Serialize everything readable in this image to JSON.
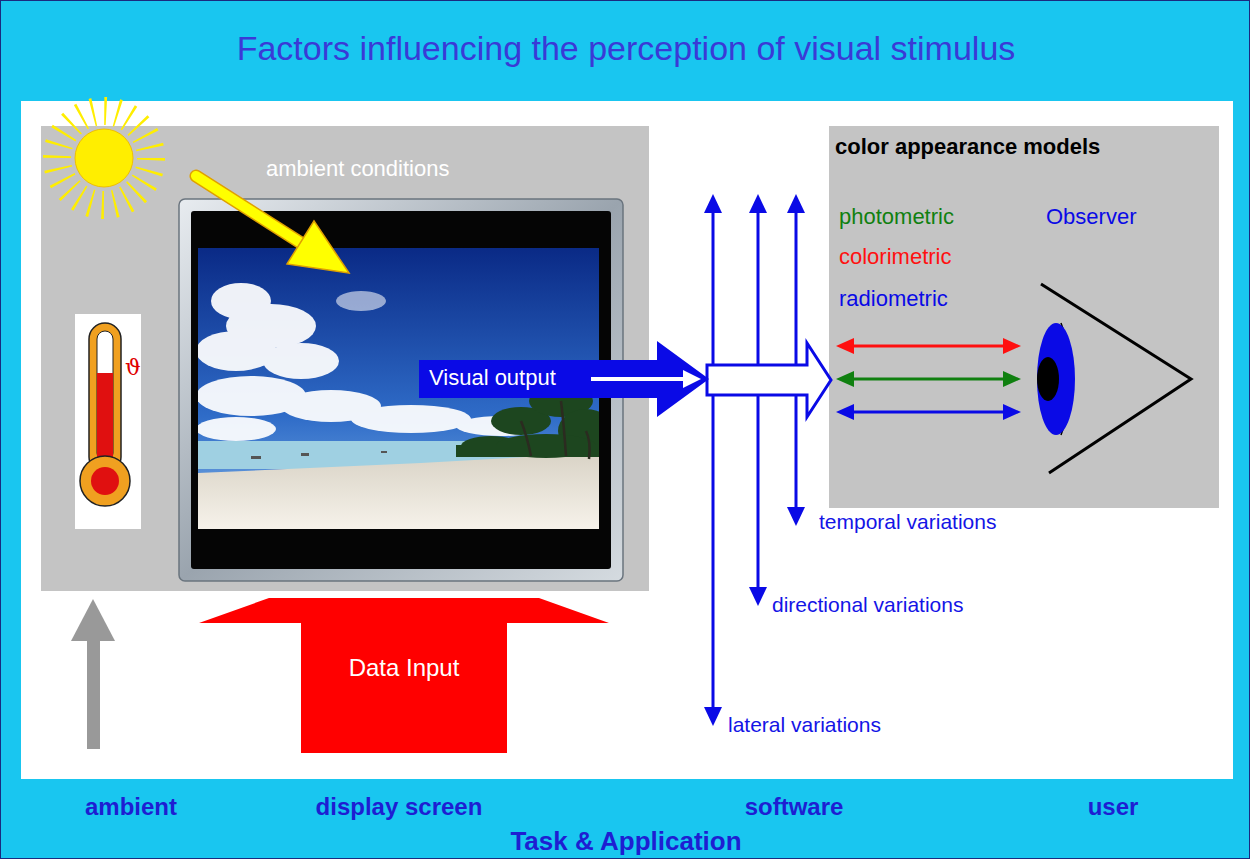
{
  "diagram": {
    "title": "Factors influencing the perception of visual stimulus",
    "nodes": [
      {
        "text": [
          "ambient conditions"
        ]
      },
      {
        "text": [
          "Visual output"
        ]
      },
      {
        "text": [
          "Data Input"
        ]
      },
      {
        "text": [
          "color appearance models",
          "photometric",
          "Observer",
          "colorimetric",
          "radiometric"
        ]
      }
    ],
    "labels": [
      "ϑ",
      "temporal variations",
      "directional variations",
      "lateral variations",
      "ambient",
      "display screen",
      "software",
      "user",
      "Task & Application"
    ]
  }
}
